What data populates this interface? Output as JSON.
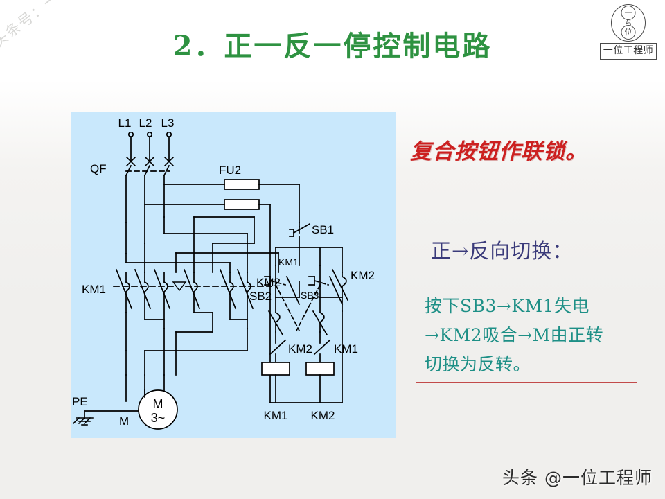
{
  "page": {
    "title": "2．正一反一停控制电路",
    "watermark": "头条号：一位工程师",
    "footer": "头条 @一位工程师",
    "bg_color": "#f0efed",
    "title_color": "#2e9241"
  },
  "logo": {
    "circle_top_char": "一",
    "circle_bottom_char": "位",
    "swirl_char": "ち",
    "name": "一位工程师"
  },
  "diagram": {
    "panel_color": "#c9e8fc",
    "line_color": "#000000",
    "labels": {
      "l1": "L1",
      "l2": "L2",
      "l3": "L3",
      "qf": "QF",
      "fu2": "FU2",
      "km1_main": "KM1",
      "km2_main": "KM2",
      "pe": "PE",
      "motor_m": "M",
      "motor_type": "3~",
      "motor_label": "M",
      "sb1": "SB1",
      "sb2": "SB2",
      "sb3": "SB3",
      "km1_aux": "KM1",
      "km2_aux": "KM2",
      "km2_interlock": "KM2",
      "km1_interlock": "KM1",
      "coil_km1": "KM1",
      "coil_km2": "KM2"
    }
  },
  "notes": {
    "red_note": "复合按钮作联锁。",
    "red_note_color": "#cc2020",
    "switch_note": "正→反向切换：",
    "switch_note_color": "#3a3a7a",
    "box_border_color": "#c24a4a",
    "box_text_color": "#1d8f86",
    "box_lines": [
      "按下SB3→KM1失电",
      "→KM2吸合→M由正转",
      "切换为反转。"
    ]
  }
}
